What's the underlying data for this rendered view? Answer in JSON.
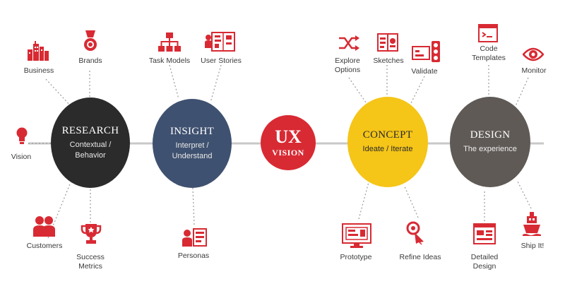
{
  "center": {
    "title": "UX",
    "subtitle": "VISION"
  },
  "stages": [
    {
      "title": "RESEARCH",
      "sub1": "Contextual /",
      "sub2": "Behavior",
      "color": "#2b2b2b"
    },
    {
      "title": "INSIGHT",
      "sub1": "Interpret /",
      "sub2": "Understand",
      "color": "#3f5170"
    },
    {
      "title": "CONCEPT",
      "sub1": "Ideate / Iterate",
      "sub2": "",
      "color": "#f5c518"
    },
    {
      "title": "DESIGN",
      "sub1": "The experience",
      "sub2": "",
      "color": "#5f5a56"
    }
  ],
  "labels": {
    "business": "Business",
    "brands": "Brands",
    "vision": "Vision",
    "customers": "Customers",
    "success_1": "Success",
    "success_2": "Metrics",
    "task_models": "Task Models",
    "user_stories": "User Stories",
    "personas": "Personas",
    "explore_1": "Explore",
    "explore_2": "Options",
    "sketches": "Sketches",
    "validate": "Validate",
    "prototype": "Prototype",
    "refine_ideas": "Refine Ideas",
    "code_1": "Code",
    "code_2": "Templates",
    "monitor": "Monitor",
    "detailed_1": "Detailed",
    "detailed_2": "Design",
    "ship_it": "Ship It!"
  },
  "icons": {
    "business": "city-buildings-icon",
    "brands": "medal-icon",
    "vision": "lightbulb-icon",
    "customers": "people-icon",
    "success": "trophy-icon",
    "task_models": "hierarchy-icon",
    "user_stories": "storyboard-icon",
    "personas": "profile-card-icon",
    "explore": "shuffle-arrows-icon",
    "sketches": "sketchbook-icon",
    "validate": "traffic-light-icon",
    "prototype": "wireframe-monitor-icon",
    "refine": "magnify-pointer-icon",
    "code": "code-window-icon",
    "monitor": "eye-icon",
    "detailed": "layout-icon",
    "ship": "ship-icon"
  },
  "colors": {
    "accent": "#d82a33",
    "connector": "#c8c8c8",
    "dotted": "#9a9a9a"
  }
}
